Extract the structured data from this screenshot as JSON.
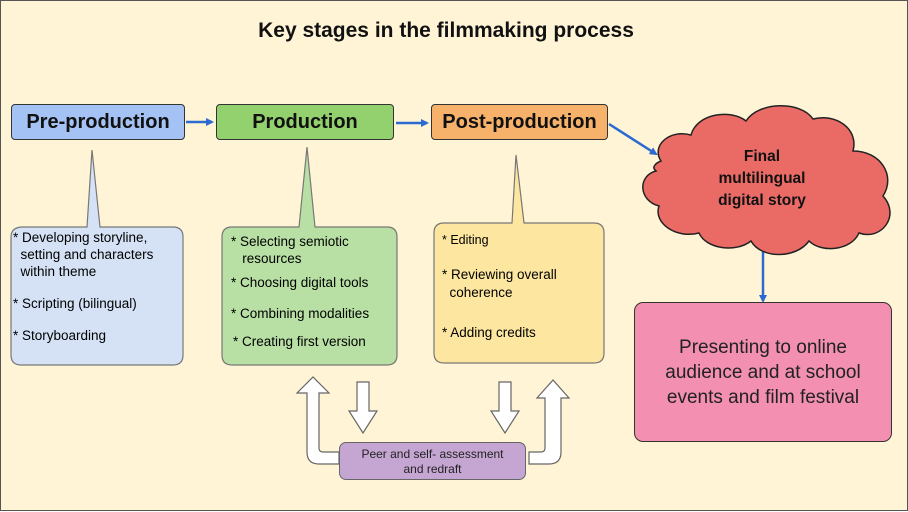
{
  "title": "Key stages in the filmmaking process",
  "colors": {
    "background": "#fff4d6",
    "pre_production": "#a4c2f4",
    "production": "#93d06e",
    "post_production": "#f6b26b",
    "final_story": "#ea6b66",
    "presenting": "#f38fb0",
    "peer": "#c5a5d2",
    "arrow": "#2a6ad1"
  },
  "stages": [
    {
      "label": "Pre-production",
      "callout": [
        "* Developing storyline,",
        "  setting and characters",
        "  within theme",
        "* Scripting (bilingual)",
        "* Storyboarding"
      ]
    },
    {
      "label": "Production",
      "callout": [
        "* Selecting semiotic",
        "   resources",
        "* Choosing digital tools",
        "* Combining modalities",
        "* Creating first version"
      ]
    },
    {
      "label": "Post-production",
      "callout": [
        "* Editing",
        "* Reviewing overall",
        "  coherence",
        "* Adding credits"
      ]
    }
  ],
  "final_story": {
    "lines": [
      "Final",
      "multilingual",
      "digital story"
    ]
  },
  "presenting": {
    "lines": [
      "Presenting to online",
      "audience and at school",
      "events and film festival"
    ]
  },
  "peer": {
    "lines": [
      "Peer and self- assessment",
      "and redraft"
    ]
  }
}
